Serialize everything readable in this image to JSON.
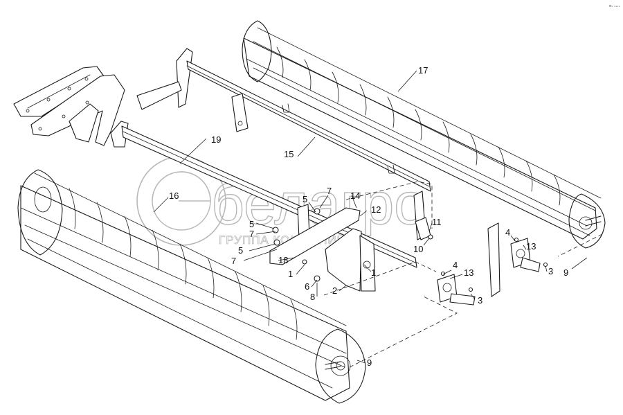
{
  "watermark": {
    "brand": "белагро",
    "subtitle": "ГРУППА КОМПАНИЙ"
  },
  "corner_code": "¤ₓ ₓₓₓₓ",
  "callouts": [
    {
      "id": "c17",
      "text": "17"
    },
    {
      "id": "c19",
      "text": "19"
    },
    {
      "id": "c15",
      "text": "15"
    },
    {
      "id": "c16",
      "text": "16"
    },
    {
      "id": "c7a",
      "text": "7"
    },
    {
      "id": "c5a",
      "text": "5"
    },
    {
      "id": "c14",
      "text": "14"
    },
    {
      "id": "c12",
      "text": "12"
    },
    {
      "id": "c5b",
      "text": "5"
    },
    {
      "id": "c7b",
      "text": "7"
    },
    {
      "id": "c5c",
      "text": "5"
    },
    {
      "id": "c7c",
      "text": "7"
    },
    {
      "id": "c18",
      "text": "18"
    },
    {
      "id": "c1a",
      "text": "1"
    },
    {
      "id": "c1b",
      "text": "1"
    },
    {
      "id": "c6",
      "text": "6"
    },
    {
      "id": "c2",
      "text": "2"
    },
    {
      "id": "c8",
      "text": "8"
    },
    {
      "id": "c11",
      "text": "11"
    },
    {
      "id": "c10",
      "text": "10"
    },
    {
      "id": "c4a",
      "text": "4"
    },
    {
      "id": "c13a",
      "text": "13"
    },
    {
      "id": "c3a",
      "text": "3"
    },
    {
      "id": "c9a",
      "text": "9"
    },
    {
      "id": "c4b",
      "text": "4"
    },
    {
      "id": "c13b",
      "text": "13"
    },
    {
      "id": "c3b",
      "text": "3"
    },
    {
      "id": "c9b",
      "text": "9"
    }
  ]
}
